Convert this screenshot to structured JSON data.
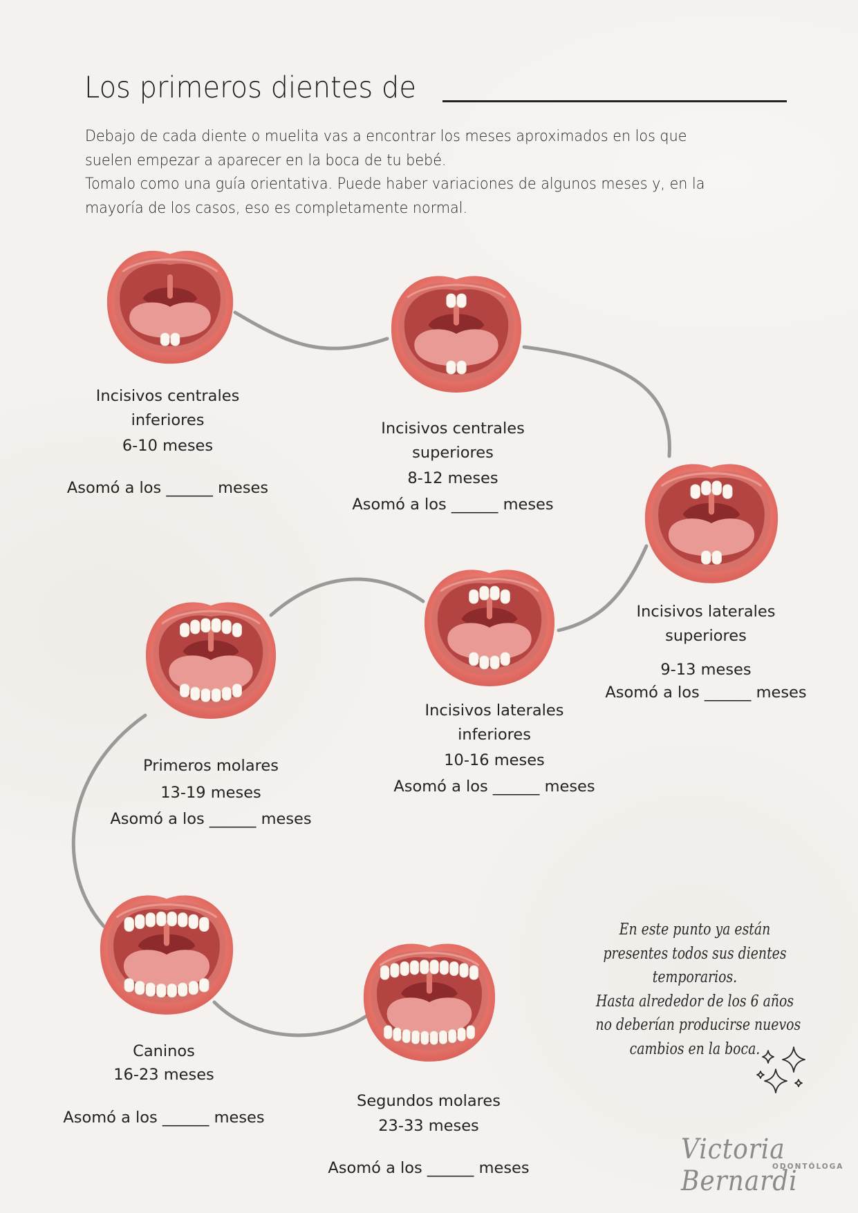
{
  "header": {
    "title": "Los primeros dientes de",
    "name_blank": ""
  },
  "intro": {
    "lines": [
      "Debajo de cada diente o muelita vas a encontrar los meses aproximados en los que",
      "suelen empezar a aparecer en la boca de tu bebé.",
      "Tomalo como una guía orientativa. Puede haber variaciones de algunos meses y, en la",
      "mayoría de los casos, eso es completamente normal."
    ]
  },
  "colors": {
    "background": "#f4f1ee",
    "lip": "#e8756b",
    "lip_dark": "#d55d55",
    "inner_mouth": "#b44441",
    "throat": "#8c2a2c",
    "tongue": "#ea9a94",
    "gum": "#d8706a",
    "tooth": "#fbf7f0",
    "path": "#8a8a8a"
  },
  "stages": [
    {
      "id": "incisivos-centrales-inferiores",
      "name_lines": [
        "Incisivos centrales",
        "inferiores"
      ],
      "range": "6-10 meses",
      "fill_in": "Asomó a los ______ meses",
      "upper_teeth": 0,
      "lower_teeth": 2
    },
    {
      "id": "incisivos-centrales-superiores",
      "name_lines": [
        "Incisivos centrales",
        "superiores"
      ],
      "range": "8-12 meses",
      "fill_in": "Asomó a los ______ meses",
      "upper_teeth": 2,
      "lower_teeth": 2
    },
    {
      "id": "incisivos-laterales-superiores",
      "name_lines": [
        "Incisivos laterales",
        "superiores"
      ],
      "range": "9-13 meses",
      "fill_in": "Asomó a los ______ meses",
      "upper_teeth": 4,
      "lower_teeth": 2
    },
    {
      "id": "incisivos-laterales-inferiores",
      "name_lines": [
        "Incisivos laterales",
        "inferiores"
      ],
      "range": "10-16 meses",
      "fill_in": "Asomó a los ______ meses",
      "upper_teeth": 4,
      "lower_teeth": 4
    },
    {
      "id": "primeros-molares",
      "name_lines": [
        "Primeros molares"
      ],
      "range": "13-19 meses",
      "fill_in": "Asomó a los ______ meses",
      "upper_teeth": 6,
      "lower_teeth": 6
    },
    {
      "id": "caninos",
      "name_lines": [
        "Caninos"
      ],
      "range": "16-23 meses",
      "fill_in": "Asomó a los ______ meses",
      "upper_teeth": 8,
      "lower_teeth": 8
    },
    {
      "id": "segundos-molares",
      "name_lines": [
        "Segundos molares"
      ],
      "range": "23-33 meses",
      "fill_in": "Asomó a los ______ meses",
      "upper_teeth": 10,
      "lower_teeth": 10
    }
  ],
  "note": {
    "lines": [
      "En este punto ya están",
      "presentes todos sus dientes",
      "temporarios.",
      "Hasta alrededor de los 6 años",
      "no deberían producirse nuevos",
      "cambios en la boca."
    ],
    "decoration_icon": "sparkles-icon"
  },
  "signature": {
    "name": "Victoria Bernardi",
    "title": "ODONTÓLOGA"
  }
}
